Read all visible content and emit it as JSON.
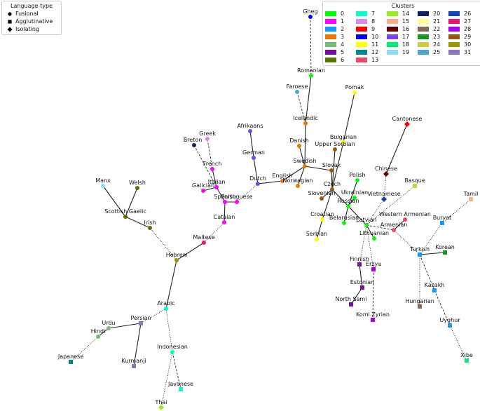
{
  "legend_type": {
    "title": "Language type",
    "items": [
      {
        "label": "Fusional",
        "shape": "circle"
      },
      {
        "label": "Agglutinative",
        "shape": "square"
      },
      {
        "label": "Isolating",
        "shape": "diamond"
      }
    ]
  },
  "legend_clusters": {
    "title": "Clusters",
    "items": [
      {
        "label": "0",
        "color": "#00ff00"
      },
      {
        "label": "7",
        "color": "#00ffcc"
      },
      {
        "label": "14",
        "color": "#99ee22"
      },
      {
        "label": "20",
        "color": "#112266"
      },
      {
        "label": "26",
        "color": "#1144bb"
      },
      {
        "label": "1",
        "color": "#ff00ff"
      },
      {
        "label": "8",
        "color": "#dd88ee"
      },
      {
        "label": "15",
        "color": "#ffaa88"
      },
      {
        "label": "21",
        "color": "#ffff88"
      },
      {
        "label": "27",
        "color": "#ee1177"
      },
      {
        "label": "2",
        "color": "#1199ff"
      },
      {
        "label": "9",
        "color": "#ff0000"
      },
      {
        "label": "16",
        "color": "#660000"
      },
      {
        "label": "22",
        "color": "#886655"
      },
      {
        "label": "28",
        "color": "#aa00ee"
      },
      {
        "label": "3",
        "color": "#ee7700"
      },
      {
        "label": "10",
        "color": "#0000ff"
      },
      {
        "label": "17",
        "color": "#7744ee"
      },
      {
        "label": "23",
        "color": "#119922"
      },
      {
        "label": "29",
        "color": "#995511"
      },
      {
        "label": "4",
        "color": "#77bb77"
      },
      {
        "label": "11",
        "color": "#ffff00"
      },
      {
        "label": "18",
        "color": "#00ee77"
      },
      {
        "label": "24",
        "color": "#cccc44"
      },
      {
        "label": "30",
        "color": "#999900"
      },
      {
        "label": "5",
        "color": "#771199"
      },
      {
        "label": "12",
        "color": "#008888"
      },
      {
        "label": "19",
        "color": "#88ddff"
      },
      {
        "label": "25",
        "color": "#44aacc"
      },
      {
        "label": "31",
        "color": "#8877bb"
      },
      {
        "label": "6",
        "color": "#557700"
      },
      {
        "label": "13",
        "color": "#ee4466"
      }
    ]
  },
  "nodes": [
    {
      "id": "Gheg",
      "label": "Gheg",
      "shape": "circle",
      "color": "#0000ff"
    },
    {
      "id": "Romanian",
      "label": "Romanian",
      "shape": "circle",
      "color": "#00ff00"
    },
    {
      "id": "Faroese",
      "label": "Faroese",
      "shape": "circle",
      "color": "#44aacc"
    },
    {
      "id": "Icelandic",
      "label": "Icelandic",
      "shape": "circle",
      "color": "#ee7700"
    },
    {
      "id": "Pomak",
      "label": "Pomak",
      "shape": "circle",
      "color": "#ffff00"
    },
    {
      "id": "Cantonese",
      "label": "Cantonese",
      "shape": "diamond",
      "color": "#ff0000"
    },
    {
      "id": "Afrikaans",
      "label": "Afrikaans",
      "shape": "circle",
      "color": "#7744ee"
    },
    {
      "id": "Greek",
      "label": "Greek",
      "shape": "circle",
      "color": "#dd88ee"
    },
    {
      "id": "Breton",
      "label": "Breton",
      "shape": "circle",
      "color": "#112266"
    },
    {
      "id": "Bulgarian",
      "label": "Bulgarian",
      "shape": "circle",
      "color": "#ffff00"
    },
    {
      "id": "Upper Sorbian",
      "label": "Upper Sorbian",
      "shape": "circle",
      "color": "#995511"
    },
    {
      "id": "Danish",
      "label": "Danish",
      "shape": "circle",
      "color": "#ee7700"
    },
    {
      "id": "German",
      "label": "German",
      "shape": "circle",
      "color": "#7744ee"
    },
    {
      "id": "French",
      "label": "French",
      "shape": "circle",
      "color": "#ff00ff"
    },
    {
      "id": "Swedish",
      "label": "Swedish",
      "shape": "circle",
      "color": "#ee7700"
    },
    {
      "id": "Slovak",
      "label": "Slovak",
      "shape": "circle",
      "color": "#995511"
    },
    {
      "id": "Chinese",
      "label": "Chinese",
      "shape": "diamond",
      "color": "#660000"
    },
    {
      "id": "Italian",
      "label": "Italian",
      "shape": "circle",
      "color": "#ff00ff"
    },
    {
      "id": "Galician",
      "label": "Galician",
      "shape": "circle",
      "color": "#ff00ff"
    },
    {
      "id": "Manx",
      "label": "Manx",
      "shape": "circle",
      "color": "#88ddff"
    },
    {
      "id": "Welsh",
      "label": "Welsh",
      "shape": "circle",
      "color": "#557700"
    },
    {
      "id": "Dutch",
      "label": "Dutch",
      "shape": "circle",
      "color": "#7744ee"
    },
    {
      "id": "English",
      "label": "English",
      "shape": "circle",
      "color": "#ee7700"
    },
    {
      "id": "Norwegian",
      "label": "Norwegian",
      "shape": "circle",
      "color": "#ee7700"
    },
    {
      "id": "Polish",
      "label": "Polish",
      "shape": "circle",
      "color": "#00ff00"
    },
    {
      "id": "Czech",
      "label": "Czech",
      "shape": "circle",
      "color": "#995511"
    },
    {
      "id": "Basque",
      "label": "Basque",
      "shape": "square",
      "color": "#cccc44"
    },
    {
      "id": "Tamil",
      "label": "Tamil",
      "shape": "square",
      "color": "#ffaa88"
    },
    {
      "id": "Portuguese",
      "label": "Portuguese",
      "shape": "circle",
      "color": "#ff00ff"
    },
    {
      "id": "Spanish",
      "label": "Spanish",
      "shape": "circle",
      "color": "#ff00ff"
    },
    {
      "id": "Slovenian",
      "label": "Slovenian",
      "shape": "circle",
      "color": "#995511"
    },
    {
      "id": "Ukrainian",
      "label": "Ukrainian",
      "shape": "circle",
      "color": "#00ff00"
    },
    {
      "id": "Vietnamese",
      "label": "Vietnamese",
      "shape": "diamond",
      "color": "#1144bb"
    },
    {
      "id": "Russian",
      "label": "Russian",
      "shape": "circle",
      "color": "#00ff00"
    },
    {
      "id": "Scottish Gaelic",
      "label": "Scottish Gaelic",
      "shape": "circle",
      "color": "#557700"
    },
    {
      "id": "Catalan",
      "label": "Catalan",
      "shape": "circle",
      "color": "#ff00ff"
    },
    {
      "id": "Irish",
      "label": "Irish",
      "shape": "circle",
      "color": "#557700"
    },
    {
      "id": "Western Armenian",
      "label": "Western Armenian",
      "shape": "circle",
      "color": "#ee4466"
    },
    {
      "id": "Croatian",
      "label": "Croatian",
      "shape": "circle",
      "color": "#ffff00"
    },
    {
      "id": "Belarusian",
      "label": "Belarusian",
      "shape": "circle",
      "color": "#00ff00"
    },
    {
      "id": "Latvian",
      "label": "Latvian",
      "shape": "circle",
      "color": "#00ff00"
    },
    {
      "id": "Buryat",
      "label": "Buryat",
      "shape": "square",
      "color": "#1199ff"
    },
    {
      "id": "Armenian",
      "label": "Armenian",
      "shape": "circle",
      "color": "#ee4466"
    },
    {
      "id": "Lithuanian",
      "label": "Lithuanian",
      "shape": "circle",
      "color": "#00ff00"
    },
    {
      "id": "Serbian",
      "label": "Serbian",
      "shape": "circle",
      "color": "#ffff00"
    },
    {
      "id": "Maltese",
      "label": "Maltese",
      "shape": "circle",
      "color": "#ee1177"
    },
    {
      "id": "Korean",
      "label": "Korean",
      "shape": "square",
      "color": "#119922"
    },
    {
      "id": "Turkish",
      "label": "Turkish",
      "shape": "square",
      "color": "#1199ff"
    },
    {
      "id": "Hebrew",
      "label": "Hebrew",
      "shape": "circle",
      "color": "#999900"
    },
    {
      "id": "Finnish",
      "label": "Finnish",
      "shape": "square",
      "color": "#771199"
    },
    {
      "id": "Erzya",
      "label": "Erzya",
      "shape": "square",
      "color": "#aa00ee"
    },
    {
      "id": "Estonian",
      "label": "Estonian",
      "shape": "square",
      "color": "#771199"
    },
    {
      "id": "Kazakh",
      "label": "Kazakh",
      "shape": "square",
      "color": "#1199ff"
    },
    {
      "id": "North Sami",
      "label": "North Sami",
      "shape": "square",
      "color": "#771199"
    },
    {
      "id": "Arabic",
      "label": "Arabic",
      "shape": "circle",
      "color": "#00ffcc"
    },
    {
      "id": "Hungarian",
      "label": "Hungarian",
      "shape": "square",
      "color": "#886655"
    },
    {
      "id": "Komi Zyrian",
      "label": "Komi Zyrian",
      "shape": "square",
      "color": "#aa00ee"
    },
    {
      "id": "Persian",
      "label": "Persian",
      "shape": "square",
      "color": "#8877bb"
    },
    {
      "id": "Urdu",
      "label": "Urdu",
      "shape": "circle",
      "color": "#77bb77"
    },
    {
      "id": "Uyghur",
      "label": "Uyghur",
      "shape": "square",
      "color": "#1199ff"
    },
    {
      "id": "Hindi",
      "label": "Hindi",
      "shape": "circle",
      "color": "#77bb77"
    },
    {
      "id": "Indonesian",
      "label": "Indonesian",
      "shape": "circle",
      "color": "#00ffcc"
    },
    {
      "id": "Japanese",
      "label": "Japanese",
      "shape": "square",
      "color": "#008888"
    },
    {
      "id": "Kurmanji",
      "label": "Kurmanji",
      "shape": "square",
      "color": "#8877bb"
    },
    {
      "id": "Xibe",
      "label": "Xibe",
      "shape": "square",
      "color": "#00ee77"
    },
    {
      "id": "Javanese",
      "label": "Javanese",
      "shape": "square",
      "color": "#00ffcc"
    },
    {
      "id": "Thai",
      "label": "Thai",
      "shape": "diamond",
      "color": "#99ee22"
    }
  ],
  "edges": [
    {
      "source": "Gheg",
      "target": "Romanian",
      "style": "dashed"
    },
    {
      "source": "Romanian",
      "target": "Icelandic",
      "style": "solid"
    },
    {
      "source": "Faroese",
      "target": "Icelandic",
      "style": "dashed"
    },
    {
      "source": "Icelandic",
      "target": "Swedish",
      "style": "solid"
    },
    {
      "source": "Danish",
      "target": "Swedish",
      "style": "solid"
    },
    {
      "source": "Swedish",
      "target": "Norwegian",
      "style": "solid"
    },
    {
      "source": "Swedish",
      "target": "English",
      "style": "solid"
    },
    {
      "source": "English",
      "target": "Dutch",
      "style": "solid"
    },
    {
      "source": "Dutch",
      "target": "German",
      "style": "solid"
    },
    {
      "source": "Afrikaans",
      "target": "German",
      "style": "solid"
    },
    {
      "source": "Dutch",
      "target": "Portuguese",
      "style": "dotted"
    },
    {
      "source": "Portuguese",
      "target": "Spanish",
      "style": "solid"
    },
    {
      "source": "Spanish",
      "target": "Catalan",
      "style": "solid"
    },
    {
      "source": "Spanish",
      "target": "Italian",
      "style": "solid"
    },
    {
      "source": "Italian",
      "target": "Galician",
      "style": "solid"
    },
    {
      "source": "Italian",
      "target": "French",
      "style": "solid"
    },
    {
      "source": "French",
      "target": "Greek",
      "style": "dashed"
    },
    {
      "source": "Italian",
      "target": "Breton",
      "style": "dashed"
    },
    {
      "source": "Catalan",
      "target": "Maltese",
      "style": "dotted"
    },
    {
      "source": "Maltese",
      "target": "Hebrew",
      "style": "solid"
    },
    {
      "source": "Hebrew",
      "target": "Irish",
      "style": "dotted"
    },
    {
      "source": "Irish",
      "target": "Scottish Gaelic",
      "style": "solid"
    },
    {
      "source": "Scottish Gaelic",
      "target": "Welsh",
      "style": "solid"
    },
    {
      "source": "Scottish Gaelic",
      "target": "Manx",
      "style": "solid"
    },
    {
      "source": "Hebrew",
      "target": "Arabic",
      "style": "solid"
    },
    {
      "source": "Arabic",
      "target": "Persian",
      "style": "dotted"
    },
    {
      "source": "Arabic",
      "target": "Indonesian",
      "style": "dotted"
    },
    {
      "source": "Persian",
      "target": "Urdu",
      "style": "solid"
    },
    {
      "source": "Urdu",
      "target": "Hindi",
      "style": "solid"
    },
    {
      "source": "Hindi",
      "target": "Japanese",
      "style": "dotted"
    },
    {
      "source": "Persian",
      "target": "Kurmanji",
      "style": "solid"
    },
    {
      "source": "Indonesian",
      "target": "Javanese",
      "style": "dashed"
    },
    {
      "source": "Indonesian",
      "target": "Thai",
      "style": "dotted"
    },
    {
      "source": "Swedish",
      "target": "Slovak",
      "style": "solid"
    },
    {
      "source": "Slovak",
      "target": "Czech",
      "style": "solid"
    },
    {
      "source": "Czech",
      "target": "Upper Sorbian",
      "style": "solid"
    },
    {
      "source": "Czech",
      "target": "Bulgarian",
      "style": "solid"
    },
    {
      "source": "Bulgarian",
      "target": "Pomak",
      "style": "solid"
    },
    {
      "source": "Czech",
      "target": "Slovenian",
      "style": "solid"
    },
    {
      "source": "Czech",
      "target": "Croatian",
      "style": "solid"
    },
    {
      "source": "Croatian",
      "target": "Serbian",
      "style": "solid"
    },
    {
      "source": "Czech",
      "target": "Russian",
      "style": "solid"
    },
    {
      "source": "Russian",
      "target": "Polish",
      "style": "solid"
    },
    {
      "source": "Russian",
      "target": "Ukrainian",
      "style": "solid"
    },
    {
      "source": "Russian",
      "target": "Belarusian",
      "style": "solid"
    },
    {
      "source": "Russian",
      "target": "Latvian",
      "style": "solid"
    },
    {
      "source": "Latvian",
      "target": "Lithuanian",
      "style": "solid"
    },
    {
      "source": "Latvian",
      "target": "Armenian",
      "style": "dashed"
    },
    {
      "source": "Armenian",
      "target": "Western Armenian",
      "style": "solid"
    },
    {
      "source": "Latvian",
      "target": "Vietnamese",
      "style": "dotted"
    },
    {
      "source": "Vietnamese",
      "target": "Chinese",
      "style": "dotted"
    },
    {
      "source": "Chinese",
      "target": "Cantonese",
      "style": "solid"
    },
    {
      "source": "Latvian",
      "target": "Basque",
      "style": "dotted"
    },
    {
      "source": "Latvian",
      "target": "Finnish",
      "style": "dotted"
    },
    {
      "source": "Finnish",
      "target": "Estonian",
      "style": "solid"
    },
    {
      "source": "Estonian",
      "target": "North Sami",
      "style": "solid"
    },
    {
      "source": "Latvian",
      "target": "Erzya",
      "style": "dotted"
    },
    {
      "source": "Erzya",
      "target": "Komi Zyrian",
      "style": "dashed"
    },
    {
      "source": "Armenian",
      "target": "Turkish",
      "style": "dotted"
    },
    {
      "source": "Turkish",
      "target": "Buryat",
      "style": "dotted"
    },
    {
      "source": "Buryat",
      "target": "Tamil",
      "style": "dotted"
    },
    {
      "source": "Turkish",
      "target": "Korean",
      "style": "solid"
    },
    {
      "source": "Turkish",
      "target": "Kazakh",
      "style": "dashed"
    },
    {
      "source": "Kazakh",
      "target": "Uyghur",
      "style": "dashed"
    },
    {
      "source": "Uyghur",
      "target": "Xibe",
      "style": "dotted"
    },
    {
      "source": "Turkish",
      "target": "Hungarian",
      "style": "dotted"
    }
  ]
}
